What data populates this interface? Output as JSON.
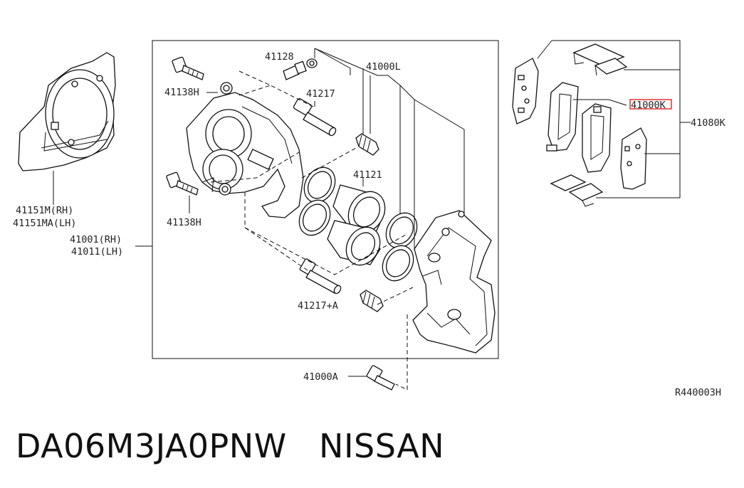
{
  "labels": {
    "p41128": "41128",
    "p41000L": "41000L",
    "p41138H_top": "41138H",
    "p41217": "41217",
    "p41121": "41121",
    "p41138H_bottom": "41138H",
    "p41151M": "41151M(RH)",
    "p41151MA": "41151MA(LH)",
    "p41001": "41001(RH)",
    "p41011": "41011(LH)",
    "p41217A": "41217+A",
    "p41000A": "41000A",
    "p41000K": "41000K",
    "p41080K": "41080K",
    "ref": "R440003H"
  },
  "caption": "DA06M3JA0PNW   NISSAN",
  "colors": {
    "highlight": "#e03030",
    "line": "#111111"
  }
}
